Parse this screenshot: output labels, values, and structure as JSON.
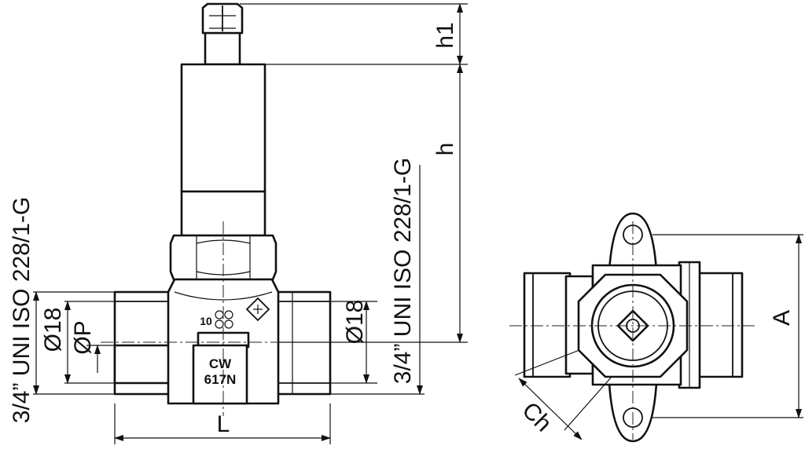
{
  "labels": {
    "h1": "h1",
    "h": "h",
    "l": "L",
    "a": "A",
    "ch": "Ch",
    "p": "ØP",
    "d18_left": "Ø18",
    "d18_right": "Ø18",
    "thread_left": "3/4” UNI ISO 228/1-G",
    "thread_right": "3/4” UNI ISO 228/1-G"
  },
  "body_marks": {
    "material_line1": "CW",
    "material_line2": "617N",
    "pressure": "10"
  }
}
